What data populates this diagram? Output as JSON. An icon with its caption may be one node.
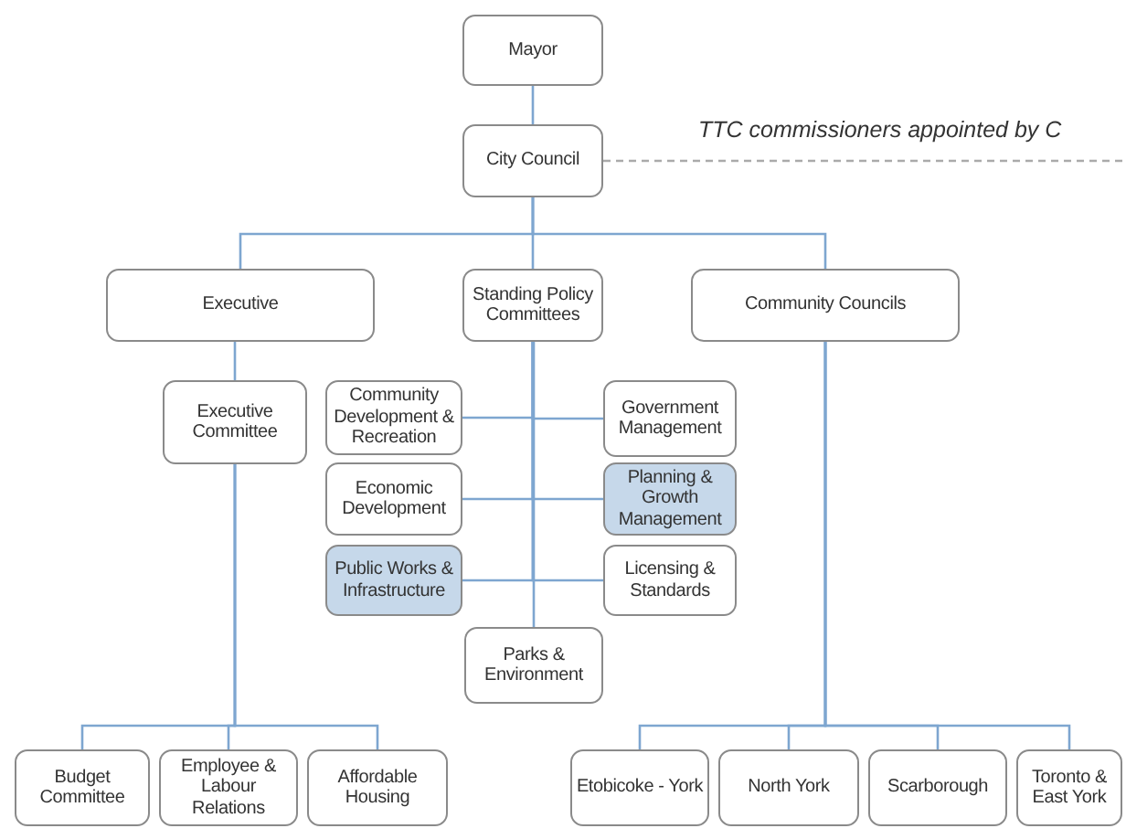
{
  "diagram": {
    "nodes": [
      {
        "text": [
          "Mayor"
        ]
      },
      {
        "text": [
          "City Council"
        ]
      },
      {
        "text": [
          "Executive"
        ]
      },
      {
        "text": [
          "Standing Policy Committees"
        ]
      },
      {
        "text": [
          "Community Councils"
        ]
      },
      {
        "text": [
          "Executive Committee"
        ]
      },
      {
        "text": [
          "Community Development & Recreation"
        ]
      },
      {
        "text": [
          "Government Management"
        ]
      },
      {
        "text": [
          "Economic Development"
        ]
      },
      {
        "text": [
          "Planning & Growth Management"
        ]
      },
      {
        "text": [
          "Public Works & Infrastructure"
        ]
      },
      {
        "text": [
          "Licensing & Standards"
        ]
      },
      {
        "text": [
          "Parks & Environment"
        ]
      },
      {
        "text": [
          "Budget Committee"
        ]
      },
      {
        "text": [
          "Employee & Labour Relations"
        ]
      },
      {
        "text": [
          "Affordable Housing"
        ]
      },
      {
        "text": [
          "Etobicoke - York"
        ]
      },
      {
        "text": [
          "North York"
        ]
      },
      {
        "text": [
          "Scarborough"
        ]
      },
      {
        "text": [
          "Toronto & East York"
        ]
      }
    ],
    "edges": [
      {
        "from": 0,
        "to": 1,
        "arrow": "none"
      },
      {
        "from": 1,
        "to": null,
        "arrow": "none",
        "style": "dashed"
      },
      {
        "from": 1,
        "to": 2,
        "arrow": "none"
      },
      {
        "from": 1,
        "to": 3,
        "arrow": "none"
      },
      {
        "from": 1,
        "to": 4,
        "arrow": "none"
      },
      {
        "from": 2,
        "to": 5,
        "arrow": "none"
      },
      {
        "from": 3,
        "to": 6,
        "arrow": "none"
      },
      {
        "from": 3,
        "to": 7,
        "arrow": "none"
      },
      {
        "from": 3,
        "to": 8,
        "arrow": "none"
      },
      {
        "from": 3,
        "to": 9,
        "arrow": "none"
      },
      {
        "from": 3,
        "to": 10,
        "arrow": "none"
      },
      {
        "from": 3,
        "to": 11,
        "arrow": "none"
      },
      {
        "from": 3,
        "to": 12,
        "arrow": "none"
      },
      {
        "from": 5,
        "to": 13,
        "arrow": "none"
      },
      {
        "from": 5,
        "to": 14,
        "arrow": "none"
      },
      {
        "from": 5,
        "to": 15,
        "arrow": "none"
      },
      {
        "from": 4,
        "to": 16,
        "arrow": "none"
      },
      {
        "from": 4,
        "to": 17,
        "arrow": "none"
      },
      {
        "from": 4,
        "to": 18,
        "arrow": "none"
      },
      {
        "from": 4,
        "to": 19,
        "arrow": "none"
      }
    ],
    "labels": [
      "TTC commissioners appointed by C"
    ]
  }
}
